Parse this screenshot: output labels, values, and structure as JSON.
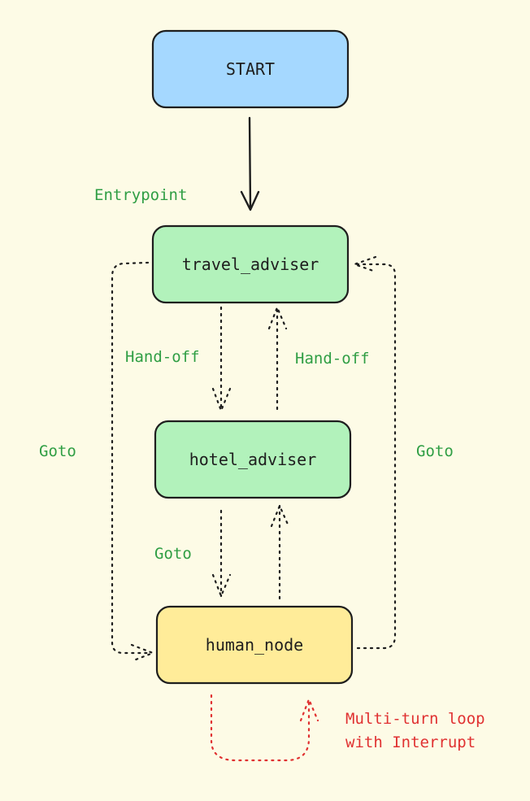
{
  "nodes": {
    "start": {
      "label": "START",
      "fill": "#a5d8ff"
    },
    "travel_adviser": {
      "label": "travel_adviser",
      "fill": "#b2f2bb"
    },
    "hotel_adviser": {
      "label": "hotel_adviser",
      "fill": "#b2f2bb"
    },
    "human_node": {
      "label": "human_node",
      "fill": "#ffec99"
    }
  },
  "edge_labels": {
    "entrypoint": "Entrypoint",
    "handoff_down": "Hand-off",
    "handoff_up": "Hand-off",
    "goto_left": "Goto",
    "goto_right": "Goto",
    "goto_center": "Goto",
    "loop_line1": "Multi-turn loop",
    "loop_line2": "with Interrupt"
  },
  "colors": {
    "background": "#fdfbe6",
    "stroke": "#1e1e1e",
    "label_green": "#2f9e44",
    "label_red": "#e03131"
  }
}
